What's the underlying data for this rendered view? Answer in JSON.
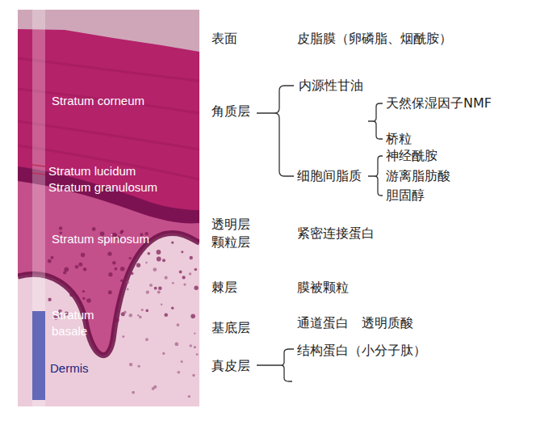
{
  "diagram": {
    "labels": [
      "Stratum corneum",
      "Stratum lucidum",
      "Stratum granulosum",
      "Stratum spinosum",
      "Stratum basale",
      "Dermis",
      "表面",
      "皮脂膜（卵磷脂、烟酰胺）",
      "角质层",
      "内源性甘油",
      "天然保湿因子NMF",
      "桥粒",
      "细胞间脂质",
      "神经酰胺",
      "游离脂肪酸",
      "胆固醇",
      "透明层",
      "颗粒层",
      "紧密连接蛋白",
      "棘层",
      "膜被颗粒",
      "基底层",
      "通道蛋白",
      "透明质酸",
      "真皮层",
      "结构蛋白（小分子肽）"
    ]
  }
}
